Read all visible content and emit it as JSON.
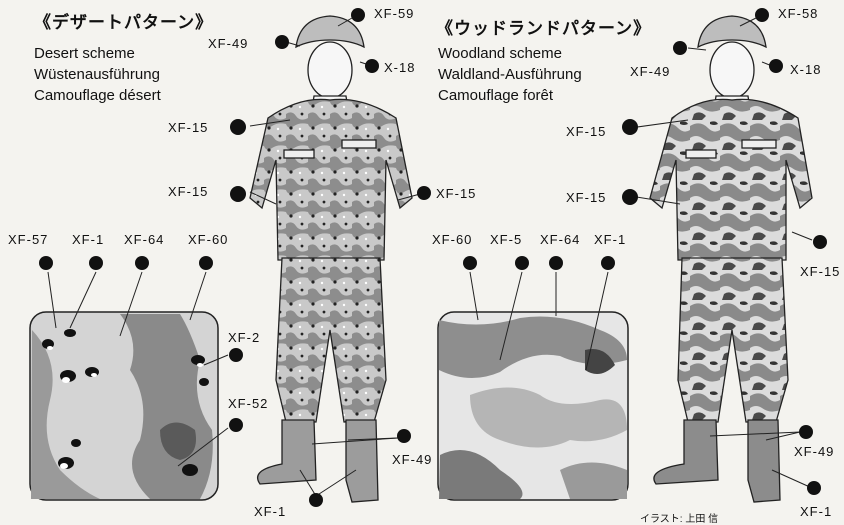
{
  "desert": {
    "title": "《デザートパターン》",
    "captions": [
      "Desert scheme",
      "Wüstenausführung",
      "Camouflage désert"
    ],
    "codes": {
      "helmet_top": "XF-59",
      "helmet_left": "XF-49",
      "helmet_right": "X-18",
      "shirt_chest": "XF-15",
      "shirt_side": "XF-15",
      "shirt_right": "XF-15",
      "swatch_1": "XF-57",
      "swatch_2": "XF-1",
      "swatch_3": "XF-64",
      "swatch_4": "XF-60",
      "swatch_right_1": "XF-2",
      "swatch_right_2": "XF-52",
      "boots": "XF-49",
      "boots_bottom": "XF-1"
    }
  },
  "woodland": {
    "title": "《ウッドランドパターン》",
    "captions": [
      "Woodland scheme",
      "Waldland-Ausführung",
      "Camouflage forêt"
    ],
    "codes": {
      "helmet_top": "XF-58",
      "helmet_left": "XF-49",
      "helmet_right": "X-18",
      "shirt_chest": "XF-15",
      "shirt_side": "XF-15",
      "shirt_right": "XF-15",
      "swatch_1": "XF-60",
      "swatch_2": "XF-5",
      "swatch_3": "XF-64",
      "swatch_4": "XF-1",
      "boots": "XF-49",
      "boots_bottom": "XF-1"
    }
  },
  "credit": "イラスト: 上田 信",
  "colors": {
    "paper": "#f4f3ef",
    "desert_dark": "#7d7d7d",
    "desert_light": "#d6d6d6",
    "woodland_dark": "#8c8c8c",
    "woodland_light": "#e4e4e4"
  }
}
